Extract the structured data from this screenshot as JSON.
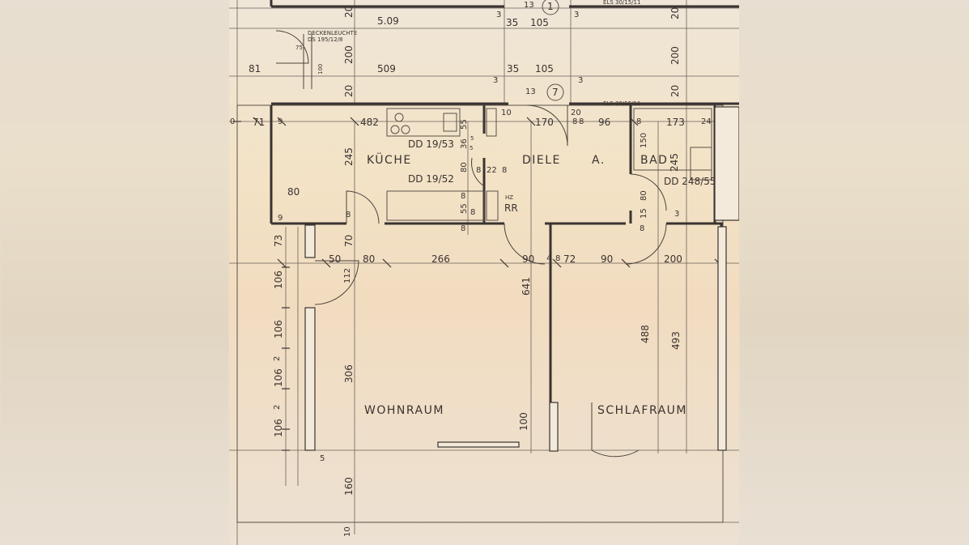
{
  "rooms": {
    "kueche": "KÜCHE",
    "diele": "DIELE",
    "diele_a": "A.",
    "bad": "BAD",
    "wohnraum": "WOHNRAUM",
    "schlafraum": "SCHLAFRAUM"
  },
  "labels": {
    "deckenleuchte": "DECKENLEUCHTE",
    "ds_code": "DS 195/12/8",
    "els_top": "ELS 30/15/11",
    "els_mid": "ELS 30/15/11",
    "dd_1953": "DD 19/53",
    "dd_1952": "DD 19/52",
    "dd_24855": "DD 248/55",
    "hz": "HZ",
    "rr": "RR",
    "marker_1": "1",
    "marker_7": "7"
  },
  "dims": {
    "d509a": "5.09",
    "d509b": "509",
    "d35a": "35",
    "d105a": "105",
    "d35b": "35",
    "d105b": "105",
    "d3a": "3",
    "d3b": "3",
    "d3c": "3",
    "d3d": "3",
    "d3e": "3",
    "d13a": "13",
    "d13b": "13",
    "d20a": "20",
    "d200a": "200",
    "d20b": "20",
    "d20c": "20",
    "d200b": "200",
    "d20d": "20",
    "d81": "81",
    "d75": "75",
    "d100a": "100",
    "d0": "0",
    "d71": "71",
    "d9a": "9",
    "d482": "482",
    "d10": "10",
    "d170": "170",
    "d8a": "8",
    "d20e": "20",
    "d8b": "8",
    "d96": "96",
    "d8c": "8",
    "d173": "173",
    "d24": "24",
    "d55a": "55",
    "d5": "5",
    "d36": "36",
    "d5b": "5",
    "d245a": "245",
    "d150": "150",
    "d245b": "245",
    "d80a": "80",
    "d8d": "8",
    "d22": "22",
    "d8e": "8",
    "d80b": "80",
    "d8f": "8",
    "d55b": "55",
    "d8g": "8",
    "d8h": "8",
    "d8i": "8",
    "d15": "15",
    "d8j": "8",
    "d9b": "9",
    "d73": "73",
    "d70": "70",
    "d50": "50",
    "d80c": "80",
    "d266": "266",
    "d90a": "90",
    "d4": "4",
    "d8k": "8",
    "d72": "72",
    "d90b": "90",
    "d200c": "200",
    "d112": "112",
    "d641": "641",
    "d106a": "106",
    "d106b": "106",
    "d2a": "2",
    "d106c": "106",
    "d2b": "2",
    "d106d": "106",
    "d306": "306",
    "d488": "488",
    "d493": "493",
    "d100b": "100",
    "d5c": "5",
    "d160": "160",
    "d10b": "10"
  }
}
